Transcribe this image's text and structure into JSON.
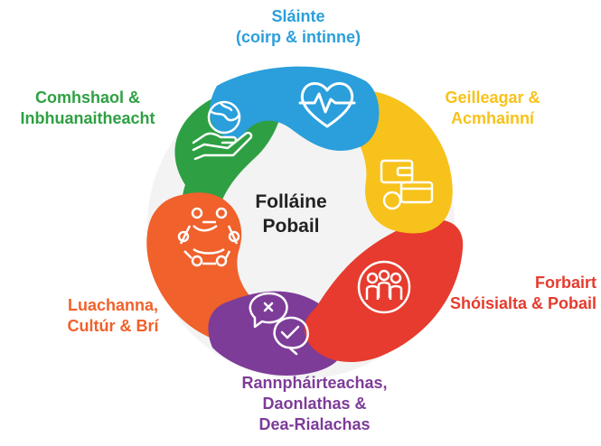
{
  "center": {
    "line1": "Folláine",
    "line2": "Pobail"
  },
  "colors": {
    "blue": "#2a9fdc",
    "yellow": "#f7c21b",
    "red": "#e63b2e",
    "purple": "#7d3c98",
    "orange": "#f0612b",
    "green": "#2ea043"
  },
  "segments": [
    {
      "id": "health",
      "lines": [
        "Sláinte",
        "(coirp & intinne)"
      ],
      "color": "#2a9fdc",
      "icon": "heartbeat-icon"
    },
    {
      "id": "economy",
      "lines": [
        "Geilleagar &",
        "Acmhainní"
      ],
      "color": "#f7c21b",
      "icon": "wallet-cards-icon"
    },
    {
      "id": "social",
      "lines": [
        "Forbairt",
        "Shóisialta & Pobail"
      ],
      "color": "#e63b2e",
      "icon": "people-group-icon"
    },
    {
      "id": "participation",
      "lines": [
        "Rannpháirteachas,",
        "Daonlathas &",
        "Dea-Rialachas"
      ],
      "color": "#7d3c98",
      "icon": "speech-bubbles-icon"
    },
    {
      "id": "values",
      "lines": [
        "Luachanna,",
        "Cultúr & Brí"
      ],
      "color": "#f0612b",
      "icon": "people-circle-icon"
    },
    {
      "id": "environment",
      "lines": [
        "Comhshaol &",
        "Inbhuanaitheacht"
      ],
      "color": "#2ea043",
      "icon": "globe-hand-icon"
    }
  ]
}
